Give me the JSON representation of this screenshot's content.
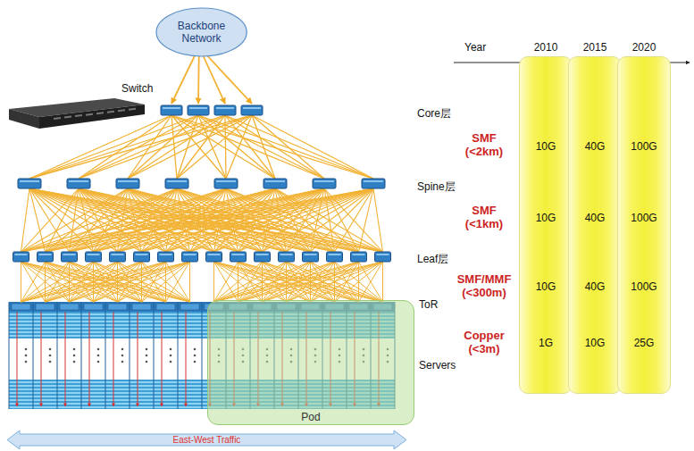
{
  "diagram": {
    "nodes": [
      {
        "text": [
          "Backbone Network"
        ]
      },
      {
        "text": [
          "10G",
          "10G",
          "10G",
          "1G"
        ]
      },
      {
        "text": [
          "40G",
          "40G",
          "40G",
          "10G"
        ]
      },
      {
        "text": [
          "100G",
          "100G",
          "100G",
          "25G"
        ]
      },
      {
        "text": [
          "Pod"
        ]
      },
      {
        "text": [
          "East-West Traffic"
        ]
      }
    ],
    "labels": [
      "Switch",
      "Year",
      "2010",
      "2015",
      "2020",
      "Core层",
      "SMF (<2km)",
      "Spine层",
      "SMF (<1km)",
      "Leaf层",
      "SMF/MMF (<300m)",
      "ToR",
      "Copper (<3m)",
      "Servers"
    ]
  }
}
